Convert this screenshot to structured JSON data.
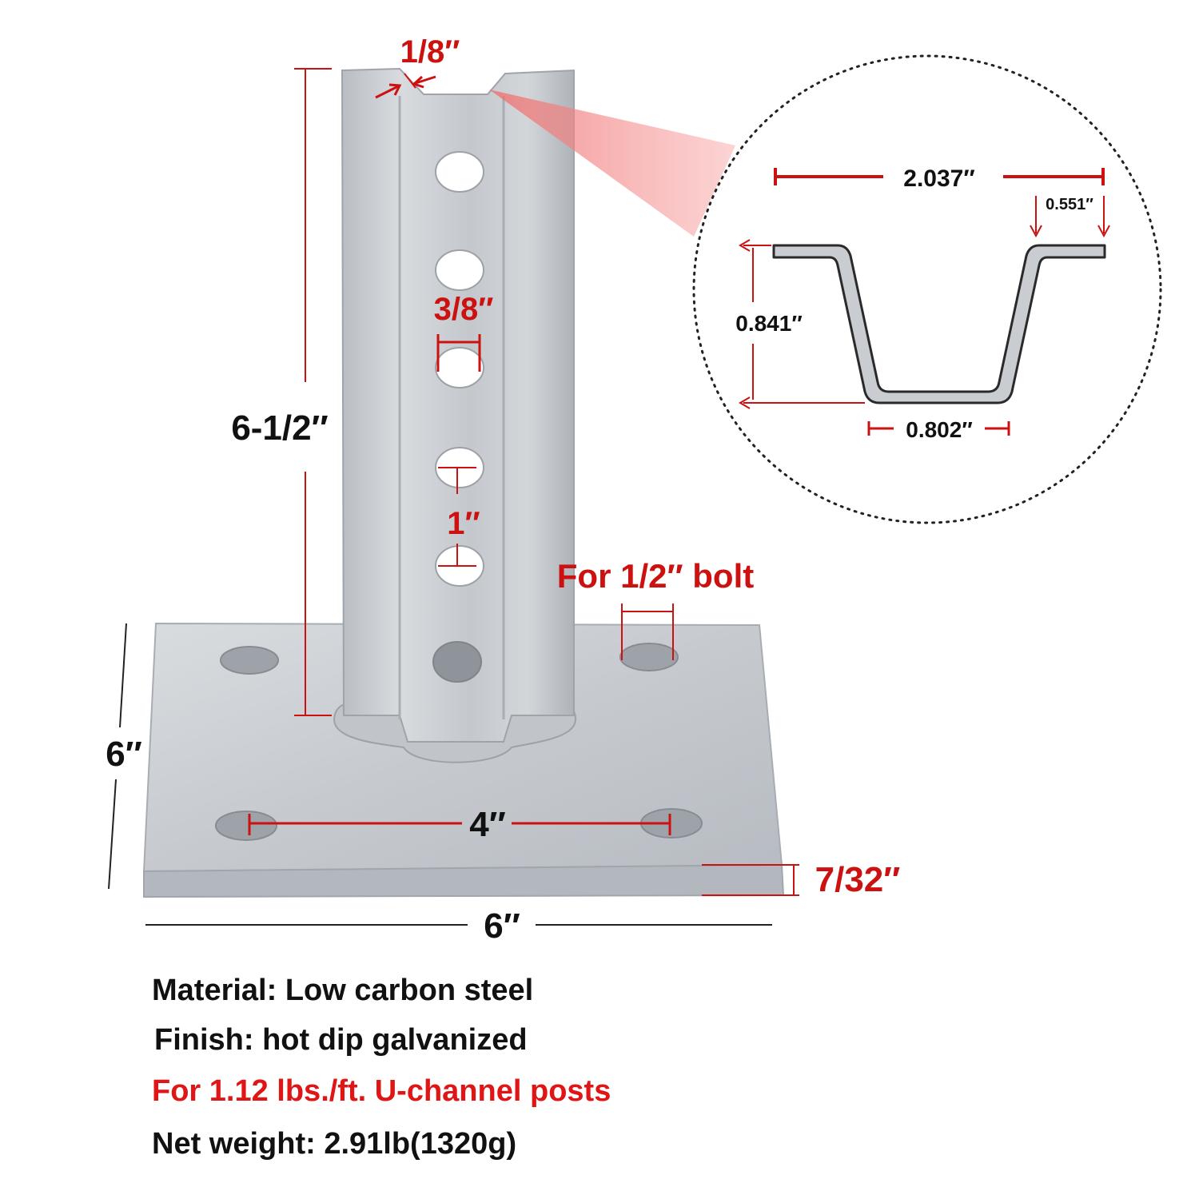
{
  "dimensions": {
    "post_height": "6-1/2″",
    "wall_thickness": "1/8″",
    "hole_diameter": "3/8″",
    "hole_spacing": "1″",
    "bolt_note": "For 1/2″ bolt",
    "plate_depth": "6″",
    "plate_width": "6″",
    "bolt_spacing": "4″",
    "plate_thickness": "7/32″"
  },
  "profile": {
    "top_width": "2.037″",
    "flange_width": "0.551″",
    "depth": "0.841″",
    "bottom_width": "0.802″"
  },
  "specs": {
    "material": "Material: Low carbon steel",
    "finish": "Finish: hot dip galvanized",
    "compatibility": "For 1.12 lbs./ft. U-channel posts",
    "net_weight": "Net weight: 2.91lb(1320g)"
  },
  "colors": {
    "dimension_red": "#cc1111",
    "spec_red": "#e01515",
    "steel": "#c9cdd2",
    "text": "#111111"
  }
}
